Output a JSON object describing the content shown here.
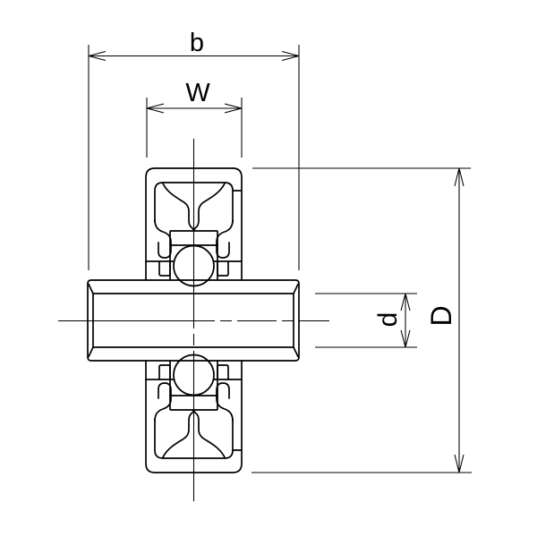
{
  "drawing": {
    "type": "engineering-cross-section",
    "subject": "flanged wheel with ball bearings on chamfered hub shaft",
    "dimension_labels": {
      "hub_overall_width": "b",
      "wheel_tread_width": "W",
      "bore_diameter": "d",
      "outer_diameter": "D"
    },
    "colors": {
      "line": "#000000",
      "background": "#ffffff"
    }
  }
}
